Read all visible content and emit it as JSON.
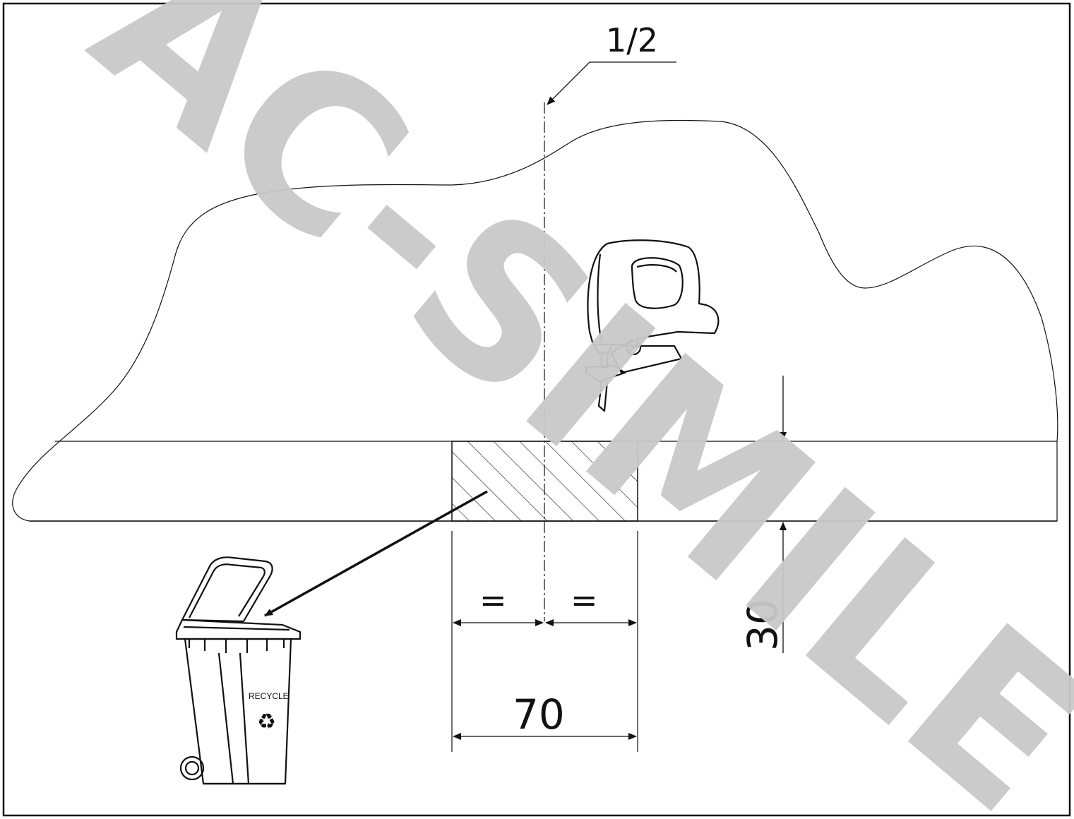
{
  "labels": {
    "fraction": "1/2",
    "equal_left": "=",
    "equal_right": "=",
    "width_dim": "70",
    "height_dim": "30",
    "bin_label": "RECYCLE",
    "recycle_symbol": "♻"
  },
  "watermark": {
    "text": "AC-SIMILE",
    "color": "#c9c9c9"
  },
  "icons": [
    "jigsaw-icon",
    "recycle-bin-icon",
    "recycle-symbol-icon",
    "arrow-icon"
  ],
  "colors": {
    "line": "#111111",
    "watermark": "#c9c9c9",
    "background": "#ffffff"
  }
}
